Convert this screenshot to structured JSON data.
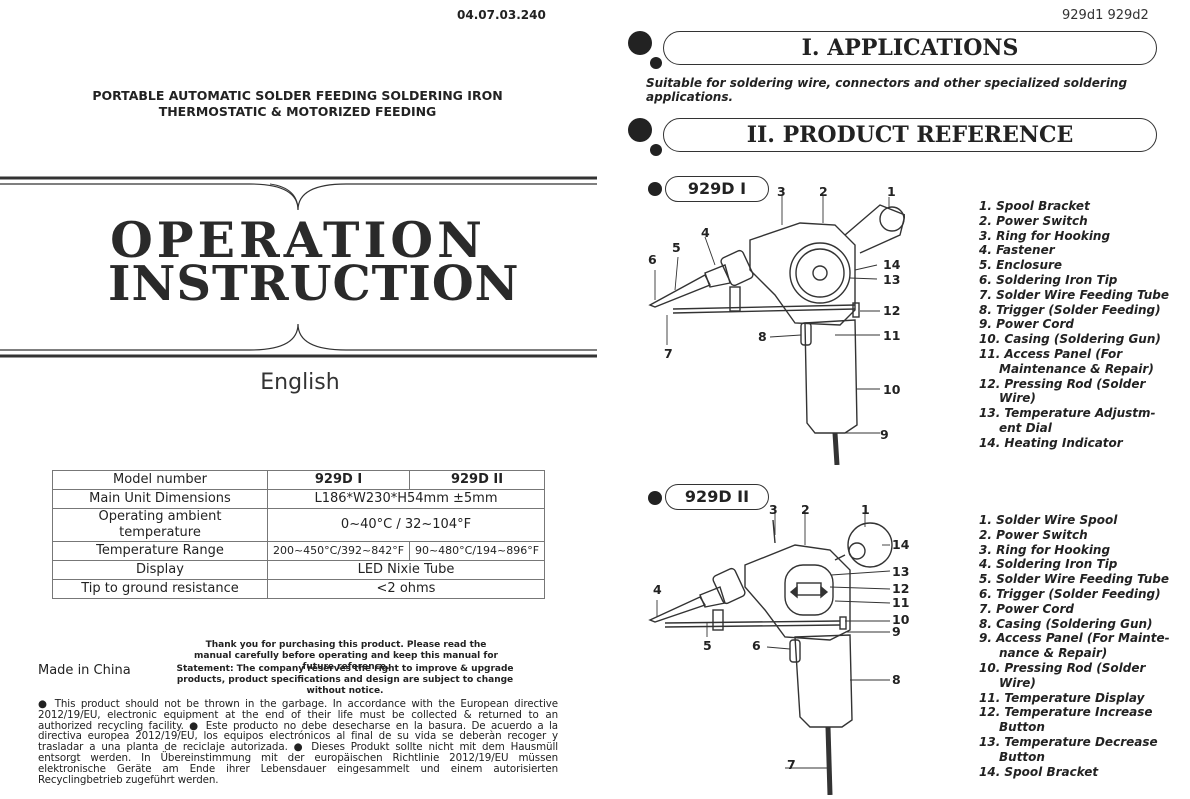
{
  "doc_code": "04.07.03.240",
  "models_top": "929d1 929d2",
  "subtitle_line1": "PORTABLE AUTOMATIC SOLDER FEEDING SOLDERING IRON",
  "subtitle_line2": "THERMOSTATIC & MOTORIZED FEEDING",
  "title_line1": "OPERATION",
  "title_line2": "INSTRUCTION",
  "language": "English",
  "specs": {
    "header_label": "Model number",
    "model1": "929D I",
    "model2": "929D II",
    "rows": [
      {
        "label": "Main Unit Dimensions",
        "value": "L186*W230*H54mm ±5mm"
      },
      {
        "label": "Operating ambient temperature",
        "value": "0~40°C / 32~104°F"
      },
      {
        "label": "Temperature Range",
        "value1": "200~450°C/392~842°F",
        "value2": "90~480°C/194~896°F"
      },
      {
        "label": "Display",
        "value": "LED Nixie Tube"
      },
      {
        "label": "Tip to ground resistance",
        "value": "<2 ohms"
      }
    ]
  },
  "thanks": "Thank you for purchasing this product. Please read the manual carefully before operating and keep this manual for future reference.",
  "made_in": "Made in China",
  "statement": "Statement: The company reserves the right to improve & upgrade products, product specifications and design are subject to change without notice.",
  "disposal": "● This product should not be thrown in the garbage. In accordance with the European directive 2012/19/EU, electronic equipment at the end of their life must be collected & returned to an authorized recycling facility. ● Este producto no debe desecharse en la basura. De acuerdo a la directiva europea 2012/19/EU, los equipos electrónicos al final de su vida se deberàn recoger y trasladar a una planta de reciclaje autorizada. ● Dieses Produkt sollte nicht mit dem Hausmüll entsorgt werden. In Übereinstimmung mit der europäischen Richtlinie 2012/19/EU müssen elektronische Geräte am Ende ihrer Lebensdauer eingesammelt und einem autorisierten Recyclingbetrieb zugeführt werden.",
  "section1_title": "I. APPLICATIONS",
  "section1_text": "Suitable for soldering wire, connectors and other specialized soldering applications.",
  "section2_title": "II. PRODUCT REFERENCE",
  "model1": {
    "name": "929D I",
    "callouts": [
      "1",
      "2",
      "3",
      "4",
      "5",
      "6",
      "7",
      "8",
      "9",
      "10",
      "11",
      "12",
      "13",
      "14"
    ],
    "parts": [
      "1. Spool Bracket",
      "2. Power Switch",
      "3. Ring for Hooking",
      "4. Fastener",
      "5. Enclosure",
      "6. Soldering Iron Tip",
      "7. Solder Wire Feeding Tube",
      "8. Trigger (Solder Feeding)",
      "9. Power Cord",
      "10. Casing (Soldering Gun)",
      "11. Access Panel (For",
      "Maintenance & Repair)",
      "12. Pressing Rod (Solder",
      "Wire)",
      "13. Temperature Adjustm-",
      "ent Dial",
      "14. Heating Indicator"
    ]
  },
  "model2": {
    "name": "929D II",
    "callouts": [
      "1",
      "2",
      "3",
      "4",
      "5",
      "6",
      "7",
      "8",
      "9",
      "10",
      "11",
      "12",
      "13",
      "14"
    ],
    "parts": [
      "1. Solder Wire Spool",
      "2. Power Switch",
      "3. Ring for Hooking",
      "4. Soldering Iron Tip",
      "5. Solder Wire Feeding Tube",
      "6. Trigger (Solder Feeding)",
      "7. Power Cord",
      "8. Casing (Soldering Gun)",
      "9. Access Panel (For Mainte-",
      "nance & Repair)",
      "10. Pressing Rod (Solder",
      "Wire)",
      "11. Temperature Display",
      "12. Temperature Increase",
      "Button",
      "13. Temperature Decrease",
      "Button",
      "14. Spool Bracket"
    ]
  }
}
